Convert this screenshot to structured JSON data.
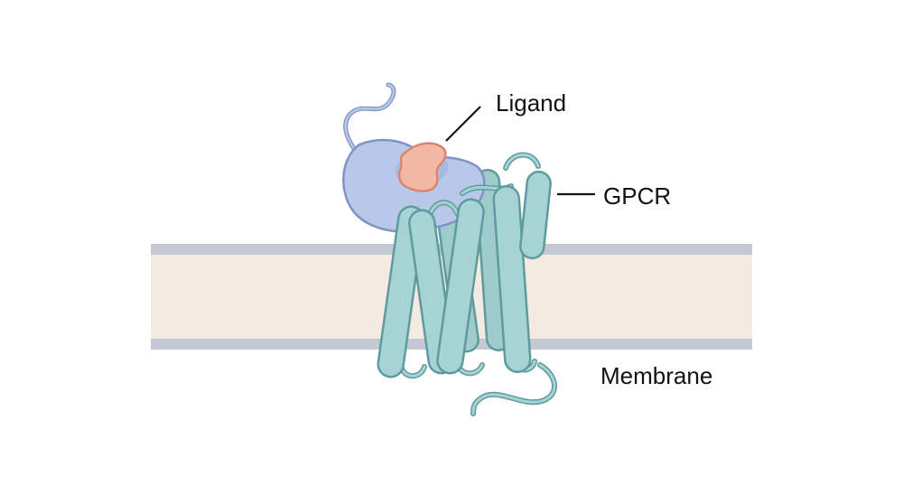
{
  "labels": {
    "ligand": "Ligand",
    "gpcr": "GPCR",
    "membrane": "Membrane"
  },
  "colors": {
    "membrane_fill": "#f3ebe2",
    "membrane_edge": "#c4c8d2",
    "helix_fill": "#a8d3d4",
    "helix_stroke": "#5e9b9f",
    "domain_fill": "#b9c8e8",
    "domain_stroke": "#7f93c4",
    "ligand_fill": "#f3b8a3",
    "ligand_stroke": "#d98670",
    "leader_line": "#111111"
  }
}
